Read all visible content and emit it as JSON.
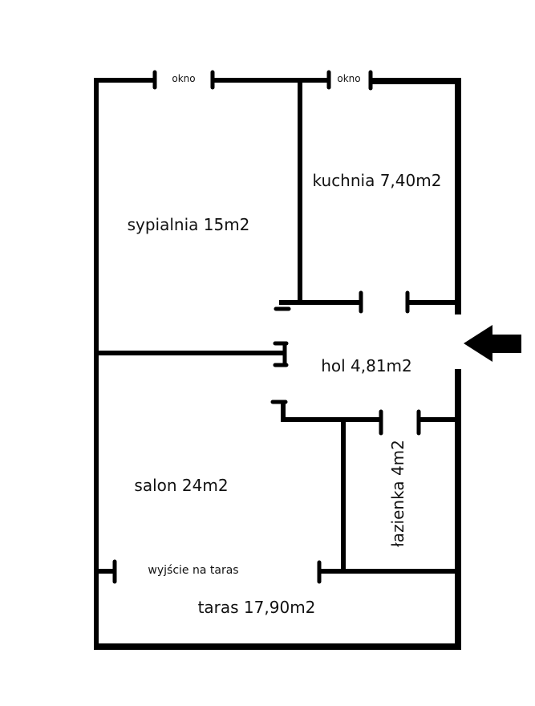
{
  "plan": {
    "windows": [
      "okno",
      "okno"
    ],
    "rooms": {
      "kitchen": "kuchnia 7,40m2",
      "bedroom": "sypialnia 15m2",
      "hall": "hol 4,81m2",
      "living_room": "salon 24m2",
      "bathroom": "łazienka 4m2",
      "terrace_exit": "wyjście na taras",
      "terrace": "taras 17,90m2"
    },
    "entrance_icon": "arrow-left-icon",
    "colors": {
      "wall": "#000000",
      "background": "#ffffff"
    }
  }
}
